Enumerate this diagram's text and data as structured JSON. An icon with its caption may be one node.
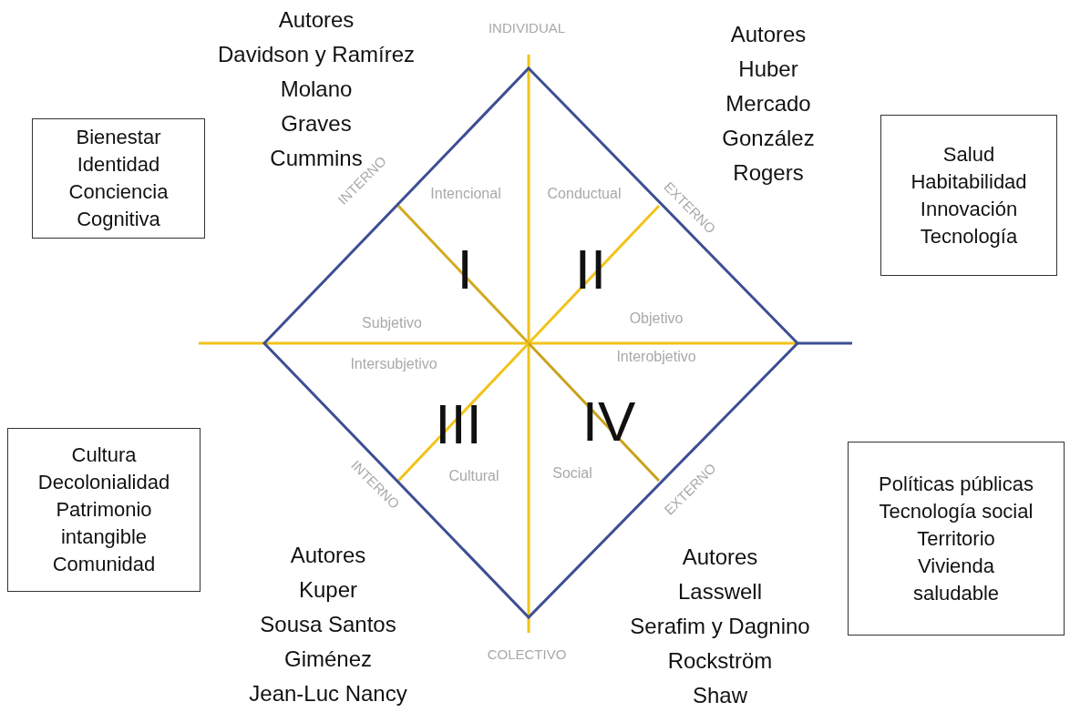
{
  "diagram": {
    "nodes": [
      {
        "text": [
          "Bienestar",
          "Identidad",
          "Conciencia",
          "Cognitiva"
        ]
      },
      {
        "text": [
          "Salud",
          "Habitabilidad",
          "Innovación",
          "Tecnología"
        ]
      },
      {
        "text": [
          "Cultura",
          "Decolonialidad",
          "Patrimonio intangible",
          "Comunidad"
        ]
      },
      {
        "text": [
          "Políticas públicas",
          "Tecnología social",
          "Territorio",
          "Vivienda saludable"
        ]
      }
    ],
    "labels": [
      "Autores",
      "Davidson y Ramírez",
      "Molano",
      "Graves",
      "Cummins",
      "INDIVIDUAL",
      "Autores",
      "Huber",
      "Mercado",
      "González",
      "Rogers",
      "INTERNO",
      "Intencional",
      "Conductual",
      "EXTERNO",
      "I",
      "II",
      "Subjetivo",
      "Objetivo",
      "Intersubjetivo",
      "Interobjetivo",
      "III",
      "IV",
      "INTERNO",
      "Cultural",
      "Social",
      "EXTERNO",
      "Autores",
      "Kuper",
      "Sousa Santos",
      "Giménez",
      "Jean-Luc Nancy",
      "COLECTIVO",
      "Autores",
      "Lasswell",
      "Serafim y Dagnino",
      "Rockström",
      "Shaw"
    ]
  }
}
